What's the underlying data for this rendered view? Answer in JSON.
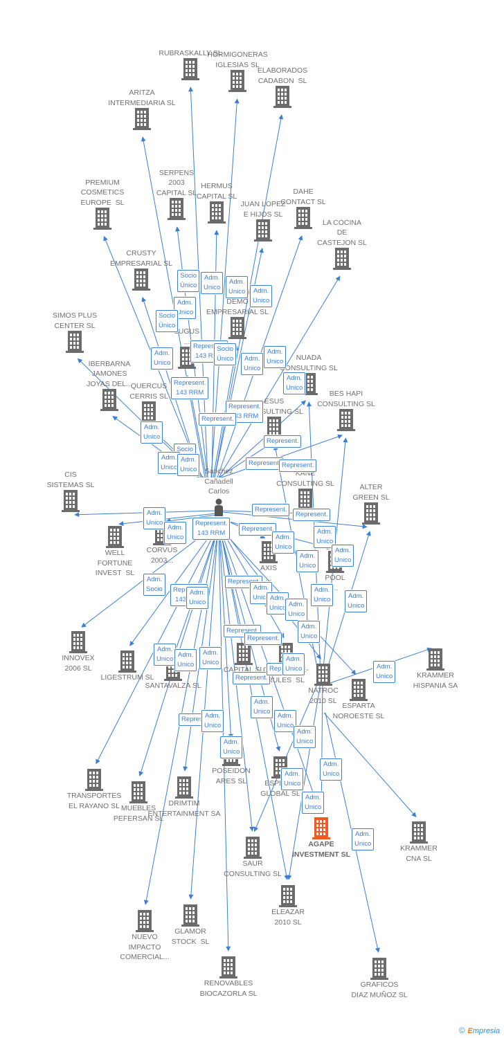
{
  "persons": [
    {
      "id": "P1",
      "label": "Sanchez\nCañadell\nCarlos"
    }
  ],
  "companies": [
    {
      "id": "rubraskally",
      "label": "RUBRASKALLY SL"
    },
    {
      "id": "hormigoneras",
      "label": "HORMIGONERAS\nIGLESIAS SL"
    },
    {
      "id": "elaborados",
      "label": "ELABORADOS\nCADABON  SL"
    },
    {
      "id": "aritza",
      "label": "ARITZA\nINTERMEDIARIA SL"
    },
    {
      "id": "premium",
      "label": "PREMIUM\nCOSMETICS\nEUROPE  SL"
    },
    {
      "id": "serpens",
      "label": "SERPENS\n2003\nCAPITAL SL"
    },
    {
      "id": "hermus",
      "label": "HERMUS\nCAPITAL SL"
    },
    {
      "id": "juanlopez",
      "label": "JUAN LOPEZ\nE HIJOS SL"
    },
    {
      "id": "dahe",
      "label": "DAHE\nCONTACT SL"
    },
    {
      "id": "lacocina",
      "label": "LA COCINA\nDE\nCASTEJON SL"
    },
    {
      "id": "crusty",
      "label": "CRUSTY\nEMPRESARIAL SL"
    },
    {
      "id": "demo",
      "label": "DEMO\nEMPRESARIAL SL"
    },
    {
      "id": "simos",
      "label": "SIMOS PLUS\nCENTER SL"
    },
    {
      "id": "lugus",
      "label": "LUGUS\n..."
    },
    {
      "id": "iberbarna",
      "label": "IBERBARNA\nJAMONES\nJOYAS DEL..."
    },
    {
      "id": "quercus",
      "label": "QUERCUS\nCERRIS SL"
    },
    {
      "id": "nuada",
      "label": "NUADA\nCONSULTING SL"
    },
    {
      "id": "beshapi",
      "label": "BES HAPI\nCONSULTING SL"
    },
    {
      "id": "esus",
      "label": "ESUS\nCONSULTING SL"
    },
    {
      "id": "cis",
      "label": "CIS\nSISTEMAS SL"
    },
    {
      "id": "kane",
      "label": "KANE\nCONSULTING SL"
    },
    {
      "id": "altergreen",
      "label": "ALTER\nGREEN SL"
    },
    {
      "id": "wellfortune",
      "label": "WELL\nFORTUNE\nINVEST  SL"
    },
    {
      "id": "corvus",
      "label": "CORVUS\n2003..."
    },
    {
      "id": "axis",
      "label": "AXIS\n..."
    },
    {
      "id": "pool",
      "label": "POOL\n..."
    },
    {
      "id": "innovex",
      "label": "INNOVEX\n2006 SL"
    },
    {
      "id": "ligestrum",
      "label": "LIGESTRUM SL"
    },
    {
      "id": "santavalza",
      "label": "SANTAVALZA SL"
    },
    {
      "id": "capital",
      "label": "CAPITAL SL"
    },
    {
      "id": "commerce",
      "label": "COMMERCE-\nRULES  SL"
    },
    {
      "id": "natroc",
      "label": "NATROC\n2010 SL"
    },
    {
      "id": "esparta",
      "label": "ESPARTA\nNOROESTE SL"
    },
    {
      "id": "krammerh",
      "label": "KRAMMER\nHISPANIA SA"
    },
    {
      "id": "transportes",
      "label": "TRANSPORTES\nEL RAYANO SL"
    },
    {
      "id": "muebles",
      "label": "MUEBLES\nPEFERSAN SL"
    },
    {
      "id": "drimtim",
      "label": "DRIMTIM\nENTERTAINMENT SA"
    },
    {
      "id": "poseidon",
      "label": "POSEIDON\nARES SL"
    },
    {
      "id": "esprint",
      "label": "ESPRINT\nGLOBAL SL"
    },
    {
      "id": "agape",
      "label": "AGAPE\nINVESTMENT SL",
      "focus": true
    },
    {
      "id": "krammercna",
      "label": "KRAMMER\nCNA SL"
    },
    {
      "id": "saur",
      "label": "SAUR\nCONSULTING SL"
    },
    {
      "id": "eleazar",
      "label": "ELEAZAR\n2010 SL"
    },
    {
      "id": "nuevo",
      "label": "NUEVO\nIMPACTO\nCOMERCIAL..."
    },
    {
      "id": "glamor",
      "label": "GLAMOR\nSTOCK  SL"
    },
    {
      "id": "renovables",
      "label": "RENOVABLES\nBIOCAZORLA SL"
    },
    {
      "id": "graficos",
      "label": "GRAFICOS\nDIAZ MUÑOZ SL"
    }
  ],
  "relations": [
    {
      "label": "Socio\nÚnico"
    },
    {
      "label": "Adm.\nUnico"
    },
    {
      "label": "Adm.\nUnico"
    },
    {
      "label": "Adm.\nUnico"
    },
    {
      "label": "Adm.\nUnico"
    },
    {
      "label": "Socio\nÚnico"
    },
    {
      "label": "Represent.\n143 RRM"
    },
    {
      "label": "Socio\nÚnico"
    },
    {
      "label": "Adm.\nUnico"
    },
    {
      "label": "Adm.\nUnico"
    },
    {
      "label": "Adm.\nUnico"
    },
    {
      "label": "Adm.\nUnico"
    },
    {
      "label": "Represent.\n143 RRM"
    },
    {
      "label": "Represent.\n143 RRM"
    },
    {
      "label": "Represent."
    },
    {
      "label": "Adm.\nUnico"
    },
    {
      "label": "Socio\nÚnico"
    },
    {
      "label": "Adm.\nUnico"
    },
    {
      "label": "Adm.\nUnico"
    },
    {
      "label": "Represent."
    },
    {
      "label": "Represent."
    },
    {
      "label": "Represent."
    },
    {
      "label": "Adm.\nUnico"
    },
    {
      "label": "Represent.\n143 RRM"
    },
    {
      "label": "Adm.\nUnico"
    },
    {
      "label": "Represent."
    },
    {
      "label": "Represent."
    },
    {
      "label": "Represent."
    },
    {
      "label": "Adm.\nUnico"
    },
    {
      "label": "Adm.\nUnico"
    },
    {
      "label": "Adm.\nUnico"
    },
    {
      "label": "Adm.\nUnico"
    },
    {
      "label": "Adm.\nSocio"
    },
    {
      "label": "Represent.\n143 RRM"
    },
    {
      "label": "Adm.\nUnico"
    },
    {
      "label": "Represent."
    },
    {
      "label": "Adm.\nUnico"
    },
    {
      "label": "Adm.\nUnico"
    },
    {
      "label": "Adm.\nUnico"
    },
    {
      "label": "Adm.\nUnico"
    },
    {
      "label": "Adm.\nUnico"
    },
    {
      "label": "Represent."
    },
    {
      "label": "Represent."
    },
    {
      "label": "Adm.\nUnico"
    },
    {
      "label": "Adm.\nUnico"
    },
    {
      "label": "Adm.\nUnico"
    },
    {
      "label": "Adm.\nUnico"
    },
    {
      "label": "Represent."
    },
    {
      "label": "Represent."
    },
    {
      "label": "Adm.\nUnico"
    },
    {
      "label": "Adm.\nUnico"
    },
    {
      "label": "Represent."
    },
    {
      "label": "Adm.\nUnico"
    },
    {
      "label": "Adm.\nUnico"
    },
    {
      "label": "Adm.\nUnico"
    },
    {
      "label": "Adm.\nUnico"
    },
    {
      "label": "Adm.\nUnico"
    },
    {
      "label": "Adm.\nUnico"
    },
    {
      "label": "Adm.\nUnico"
    },
    {
      "label": "Adm.\nUnico"
    },
    {
      "label": "Adm.\nUnico"
    }
  ],
  "footer": {
    "copyright": "©",
    "brand_e": "E",
    "brand_rest": "mpresia"
  },
  "colors": {
    "edge": "#3b7ed6",
    "node": "#6b6b6b",
    "focus": "#f05a28"
  },
  "icons": {
    "company": "building-icon",
    "person": "person-icon"
  }
}
